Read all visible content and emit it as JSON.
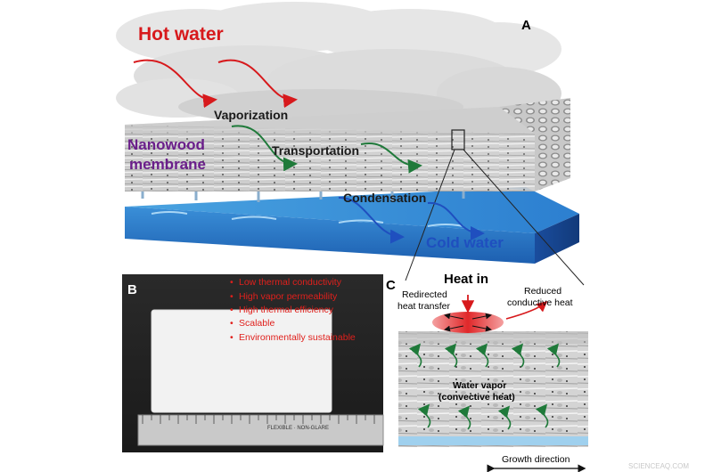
{
  "panel_a": {
    "letter": "A",
    "hot_water": "Hot water",
    "vaporization": "Vaporization",
    "nanowood_line1": "Nanowood",
    "nanowood_line2": "membrane",
    "transportation": "Transportation",
    "condensation": "Condensation",
    "cold_water": "Cold water"
  },
  "panel_b": {
    "letter": "B",
    "properties": [
      "Low thermal conductivity",
      "High vapor permeability",
      "High thermal efficiency",
      "Scalable",
      "Environmentally sustainable"
    ],
    "ruler_text": "FLEXIBLE · NON-GLARE"
  },
  "panel_c": {
    "letter": "C",
    "heat_in": "Heat in",
    "redirected_line1": "Redirected",
    "redirected_line2": "heat transfer",
    "reduced_line1": "Reduced",
    "reduced_line2": "conductive heat",
    "vapor_line1": "Water vapor",
    "vapor_line2": "(convective heat)",
    "growth": "Growth direction"
  },
  "watermark": "SCIENCEAQ.COM",
  "colors": {
    "hot_red": "#d7191c",
    "vapor_black": "#1a1a1a",
    "transport_green": "#1f7a3a",
    "cold_blue": "#1f4fbf",
    "nanowood_purple": "#6a1e8a",
    "property_red": "#e0201c"
  }
}
